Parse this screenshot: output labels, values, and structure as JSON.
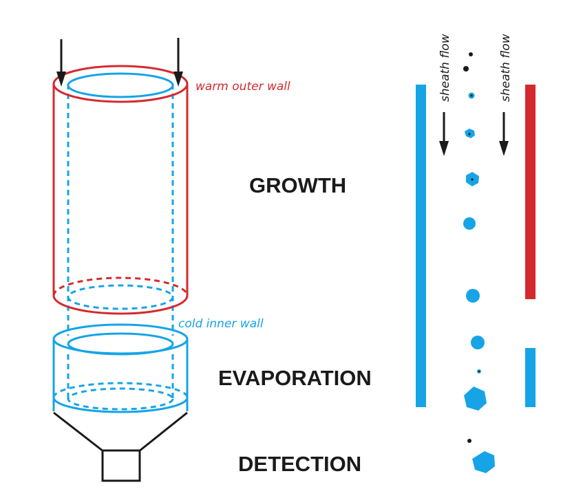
{
  "labels": {
    "warm_outer_wall": "warm outer wall",
    "cold_inner_wall": "cold inner wall",
    "sheath_flow_left": "sheath flow",
    "sheath_flow_right": "sheath flow",
    "growth": "GROWTH",
    "evaporation": "EVAPORATION",
    "detection": "DETECTION"
  },
  "colors": {
    "warm": "#d42a2e",
    "cold": "#16a4e6",
    "ink": "#1a1a1a"
  },
  "icons": {
    "flow_arrow": "down-arrow-icon",
    "particle_core": "black-dot",
    "droplet": "hexagon-droplet"
  }
}
